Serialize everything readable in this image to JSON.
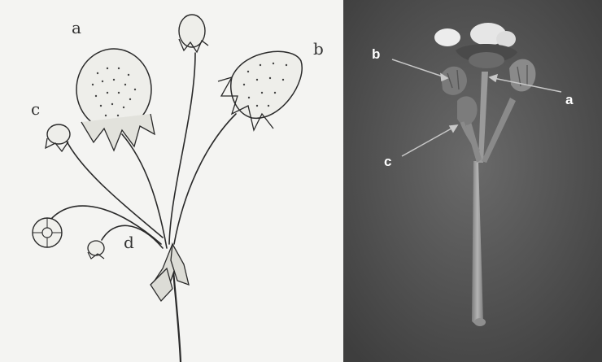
{
  "figure": {
    "left_panel": {
      "kind": "line drawing of strawberry inflorescence",
      "labels": {
        "a": "a",
        "b": "b",
        "c": "c",
        "d": "d"
      }
    },
    "right_panel": {
      "kind": "photograph of strawberry inflorescence stem",
      "labels": {
        "a": "a",
        "b": "b",
        "c": "c"
      }
    },
    "colors": {
      "sketch_bg": "#f4f4f2",
      "sketch_ink": "#2a2a2a",
      "photo_bg": "#5a5a5a",
      "photo_stem": "#9c9c9c",
      "arrow": "#c8c8c8",
      "petal": "#ececec"
    }
  }
}
